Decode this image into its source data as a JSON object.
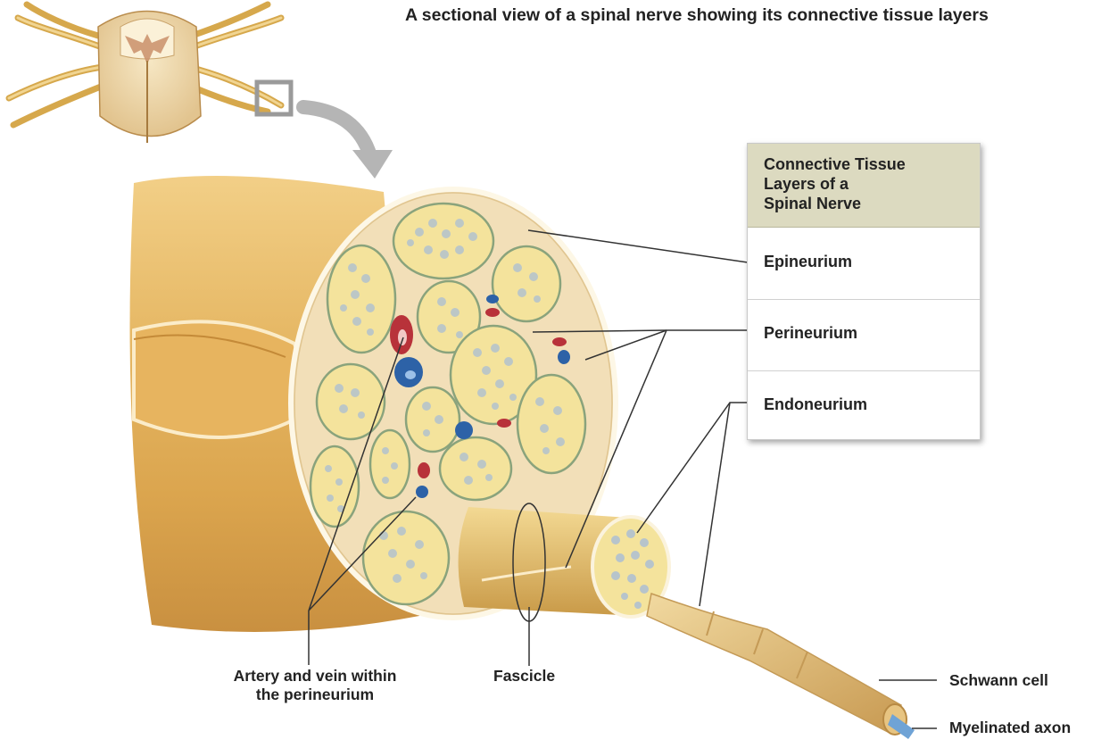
{
  "title": "A sectional view of a spinal nerve showing its connective tissue layers",
  "legend": {
    "heading": "Connective Tissue\nLayers of a\nSpinal Nerve",
    "rows": [
      "Epineurium",
      "Perineurium",
      "Endoneurium"
    ]
  },
  "labels": {
    "artery_vein": "Artery and vein within\nthe perineurium",
    "fascicle": "Fascicle",
    "schwann": "Schwann cell",
    "myelinated": "Myelinated axon"
  },
  "colors": {
    "nerve_tan": "#e8bd6a",
    "nerve_shadow": "#c99a45",
    "fascicle_fill": "#f3e49a",
    "epineurium_fill": "#f0dcb4",
    "axon_dot": "#b9c6cc",
    "artery": "#b8323a",
    "vein": "#2d62a7",
    "header_bg": "#dcdac0"
  }
}
